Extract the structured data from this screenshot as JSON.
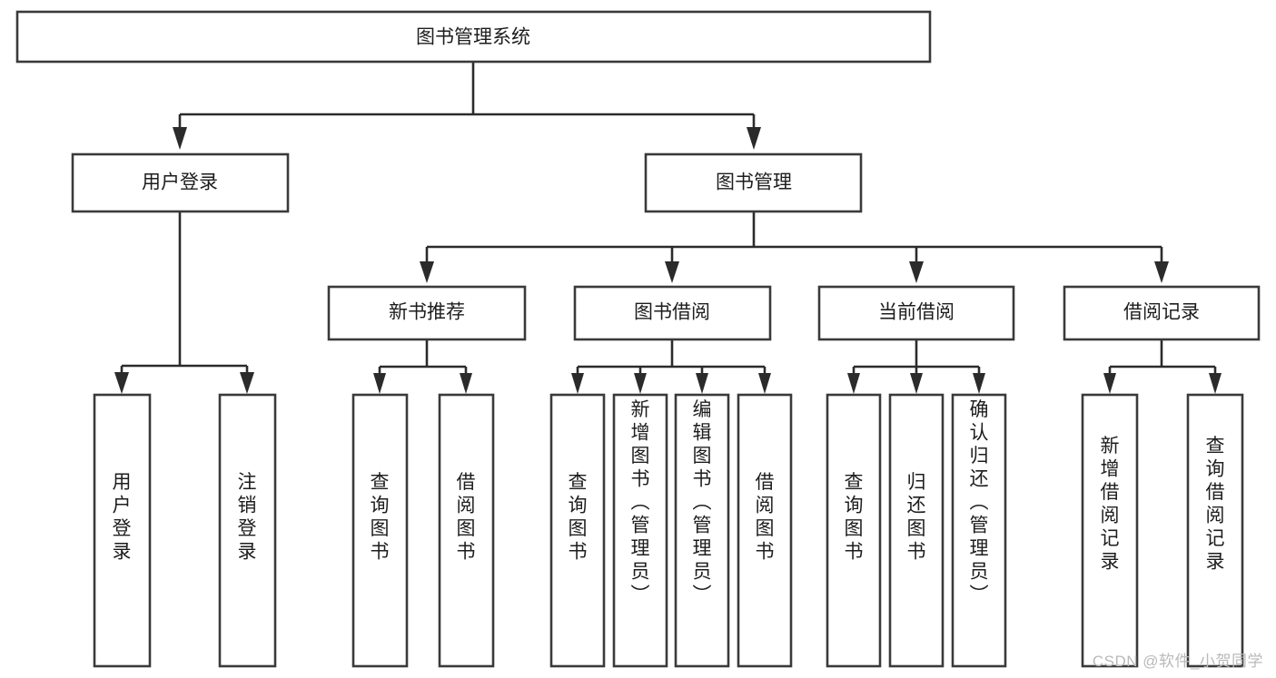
{
  "diagram": {
    "type": "tree-hierarchy",
    "title": "图书管理系统",
    "orientation": "top-down",
    "watermark": "CSDN @软件_小贺同学",
    "colors": {
      "box_stroke": "#3a3a3a",
      "box_fill": "#ffffff",
      "connector": "#2b2b2b",
      "text": "#1d1d1d",
      "watermark": "#b9b9b9",
      "background": "#ffffff"
    },
    "levels": [
      {
        "level": 1,
        "nodes": [
          {
            "id": "root",
            "label": "图书管理系统",
            "orientation": "horizontal"
          }
        ]
      },
      {
        "level": 2,
        "nodes": [
          {
            "id": "user-login",
            "label": "用户登录",
            "orientation": "horizontal",
            "parent": "root"
          },
          {
            "id": "book-manage",
            "label": "图书管理",
            "orientation": "horizontal",
            "parent": "root"
          }
        ]
      },
      {
        "level": 3,
        "nodes": [
          {
            "id": "new-book-rec",
            "label": "新书推荐",
            "orientation": "horizontal",
            "parent": "book-manage"
          },
          {
            "id": "book-borrow",
            "label": "图书借阅",
            "orientation": "horizontal",
            "parent": "book-manage"
          },
          {
            "id": "current-borrow",
            "label": "当前借阅",
            "orientation": "horizontal",
            "parent": "book-manage"
          },
          {
            "id": "borrow-record",
            "label": "借阅记录",
            "orientation": "horizontal",
            "parent": "book-manage"
          }
        ]
      },
      {
        "level": 4,
        "nodes": [
          {
            "id": "leaf-user-login",
            "label": "用户登录",
            "orientation": "vertical",
            "parent": "user-login"
          },
          {
            "id": "leaf-logout-login",
            "label": "注销登录",
            "orientation": "vertical",
            "parent": "user-login"
          },
          {
            "id": "leaf-query-book-1",
            "label": "查询图书",
            "orientation": "vertical",
            "parent": "new-book-rec"
          },
          {
            "id": "leaf-borrow-book-1",
            "label": "借阅图书",
            "orientation": "vertical",
            "parent": "new-book-rec"
          },
          {
            "id": "leaf-query-book-2",
            "label": "查询图书",
            "orientation": "vertical",
            "parent": "book-borrow"
          },
          {
            "id": "leaf-add-book",
            "label": "新增图书（管理员）",
            "orientation": "vertical",
            "parent": "book-borrow"
          },
          {
            "id": "leaf-edit-book",
            "label": "编辑图书（管理员）",
            "orientation": "vertical",
            "parent": "book-borrow"
          },
          {
            "id": "leaf-borrow-book-2",
            "label": "借阅图书",
            "orientation": "vertical",
            "parent": "book-borrow"
          },
          {
            "id": "leaf-query-book-3",
            "label": "查询图书",
            "orientation": "vertical",
            "parent": "current-borrow"
          },
          {
            "id": "leaf-return-book",
            "label": "归还图书",
            "orientation": "vertical",
            "parent": "current-borrow"
          },
          {
            "id": "leaf-confirm-return",
            "label": "确认归还（管理员）",
            "orientation": "vertical",
            "parent": "current-borrow"
          },
          {
            "id": "leaf-add-record",
            "label": "新增借阅记录",
            "orientation": "vertical",
            "parent": "borrow-record"
          },
          {
            "id": "leaf-query-record",
            "label": "查询借阅记录",
            "orientation": "vertical",
            "parent": "borrow-record"
          }
        ]
      }
    ]
  }
}
